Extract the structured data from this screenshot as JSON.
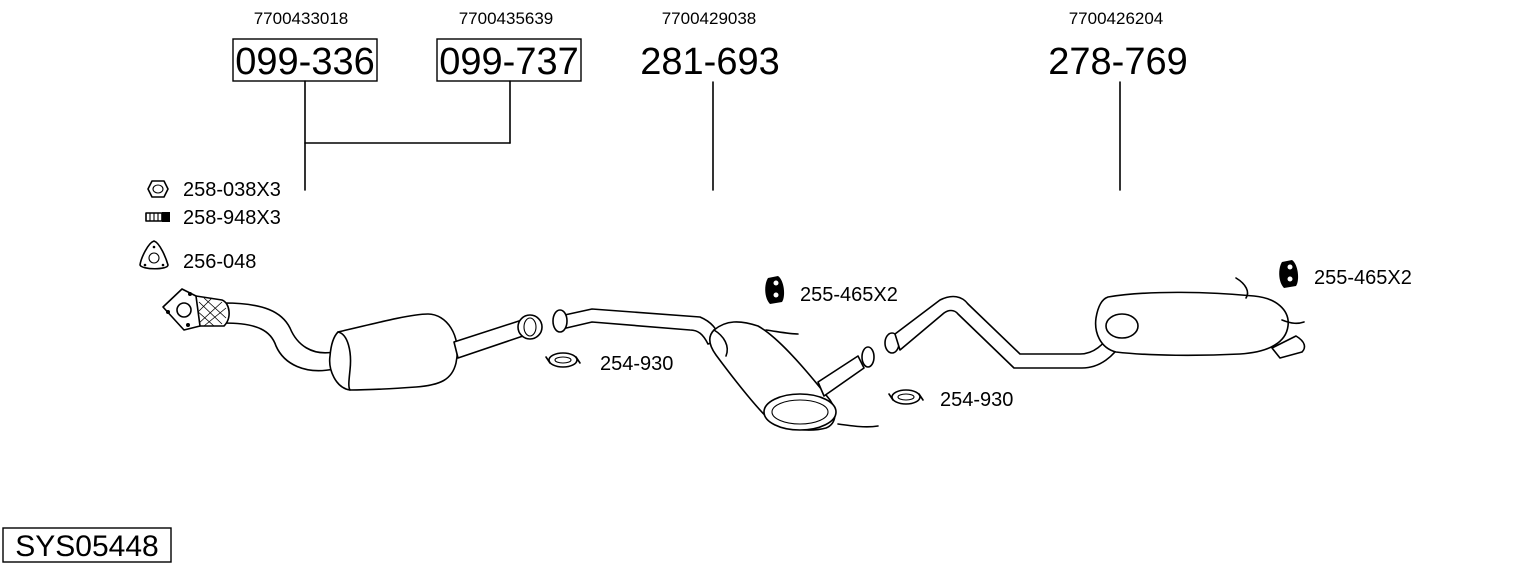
{
  "system_code": "SYS05448",
  "parts": [
    {
      "oem": "7700433018",
      "number": "099-336",
      "boxed": true
    },
    {
      "oem": "7700435639",
      "number": "099-737",
      "boxed": true
    },
    {
      "oem": "7700429038",
      "number": "281-693",
      "boxed": false
    },
    {
      "oem": "7700426204",
      "number": "278-769",
      "boxed": false
    }
  ],
  "accessories": [
    {
      "label": "258-038X3",
      "icon": "nut-icon"
    },
    {
      "label": "258-948X3",
      "icon": "bolt-icon"
    },
    {
      "label": "256-048",
      "icon": "gasket-icon"
    },
    {
      "label": "254-930",
      "icon": "clamp-icon"
    },
    {
      "label": "255-465X2",
      "icon": "rubber-hanger-icon"
    },
    {
      "label": "254-930",
      "icon": "clamp-icon"
    },
    {
      "label": "255-465X2",
      "icon": "rubber-hanger-icon"
    }
  ]
}
